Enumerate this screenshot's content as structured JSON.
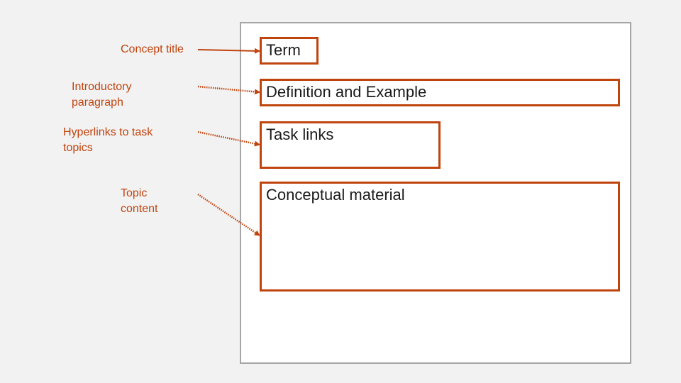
{
  "colors": {
    "accent": "#c0440e",
    "frame_border": "#a6a6a6",
    "background": "#f2f2f2"
  },
  "labels": {
    "concept_title": "Concept title",
    "intro_paragraph_line1": "Introductory",
    "intro_paragraph_line2": "paragraph",
    "hyperlinks_line1": "Hyperlinks to task",
    "hyperlinks_line2": "topics",
    "topic_content_line1": "Topic",
    "topic_content_line2": "content"
  },
  "boxes": {
    "term": "Term",
    "definition": "Definition and Example",
    "task_links": "Task links",
    "conceptual": "Conceptual material"
  }
}
